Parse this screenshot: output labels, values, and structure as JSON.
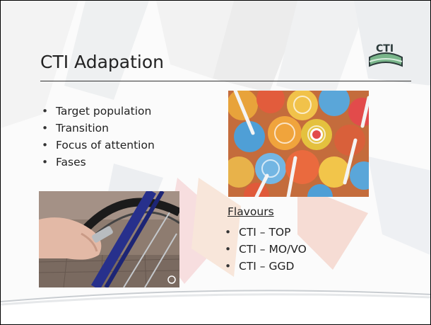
{
  "slide": {
    "title": "CTI Adapation",
    "logo_text": "CTI",
    "bullets": [
      "Target population",
      "Transition",
      "Focus of attention",
      "Fases"
    ],
    "flavours_heading": "Flavours",
    "flavours": [
      "CTI – TOP",
      "CTI – MO/VO",
      "CTI – GGD"
    ],
    "images": [
      {
        "name": "bicycle-photo"
      },
      {
        "name": "lollipops-photo"
      }
    ]
  },
  "colors": {
    "background_tint": "#f0f2f3",
    "shape_gray": "#e4e7ea",
    "shape_peach": "#f8e2d6",
    "shape_pink": "#f5d8df",
    "logo_green": "#79b58a",
    "logo_dark": "#2b3a3a"
  }
}
